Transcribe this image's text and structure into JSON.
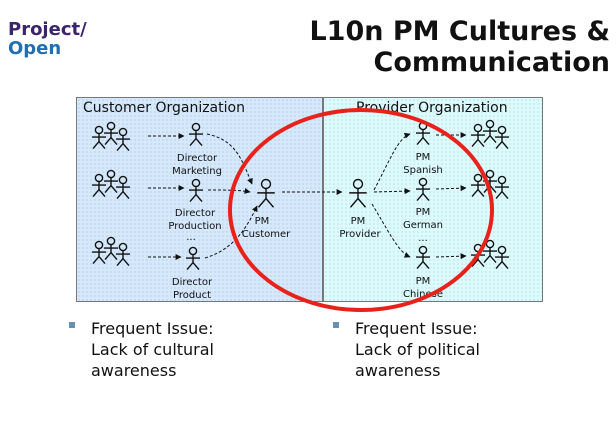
{
  "header": {
    "logo_line1": "Project/",
    "logo_line2": "Open",
    "title_line1": "L10n PM Cultures &",
    "title_line2": "Communication"
  },
  "diagram": {
    "customer_panel_title": "Customer Organization",
    "provider_panel_title": "Provider Organization",
    "customer_nodes": {
      "director_marketing": [
        "Director",
        "Marketing"
      ],
      "director_production": [
        "Director",
        "Production"
      ],
      "director_product": [
        "Director",
        "Product"
      ],
      "pm_customer": [
        "PM",
        "Customer"
      ]
    },
    "provider_nodes": {
      "pm_provider": [
        "PM",
        "Provider"
      ],
      "pm_spanish": [
        "PM",
        "Spanish"
      ],
      "pm_german": [
        "PM",
        "German"
      ],
      "pm_chinese": [
        "PM",
        "Chinese"
      ]
    },
    "ellipsis": "...",
    "colors": {
      "highlight_circle": "#e8221a",
      "customer_panel": "#d6e8fb",
      "provider_panel": "#ddfafd"
    }
  },
  "bullets": [
    {
      "lines": [
        "Frequent Issue:",
        "Lack of cultural",
        "awareness"
      ]
    },
    {
      "lines": [
        "Frequent Issue:",
        "Lack of political",
        "awareness"
      ]
    }
  ]
}
